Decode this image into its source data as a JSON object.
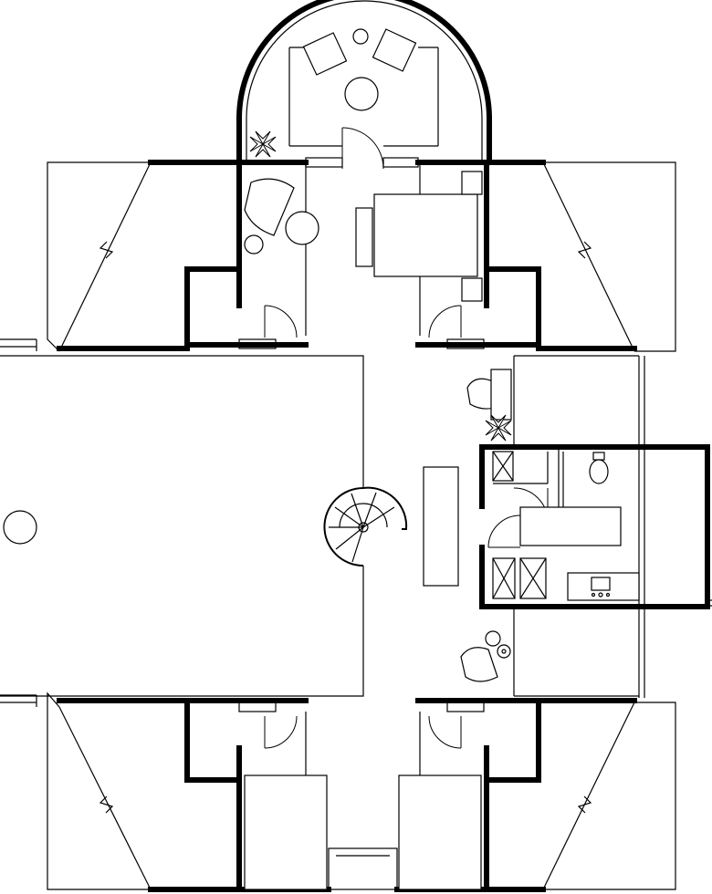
{
  "drawing": {
    "kind": "architectural floor plan",
    "style": "black line drawing on white",
    "colors": {
      "line": "#000000",
      "background": "#ffffff"
    },
    "labels": []
  },
  "rooms": [
    {
      "id": "bay-study"
    },
    {
      "id": "top-left-room"
    },
    {
      "id": "top-right-room"
    },
    {
      "id": "open-hall"
    },
    {
      "id": "central-corridor"
    },
    {
      "id": "bathroom"
    },
    {
      "id": "bottom-left-room"
    },
    {
      "id": "bottom-right-room"
    }
  ],
  "furniture": [
    {
      "id": "armchair",
      "count": 2
    },
    {
      "id": "round-table",
      "count": 4
    },
    {
      "id": "double-bed",
      "count": 1
    },
    {
      "id": "single-bed",
      "count": 2
    },
    {
      "id": "desk",
      "count": 2
    },
    {
      "id": "spiral-stair",
      "count": 1
    },
    {
      "id": "bench",
      "count": 1
    },
    {
      "id": "toilet",
      "count": 1
    },
    {
      "id": "bathtub",
      "count": 1
    },
    {
      "id": "sink",
      "count": 1
    },
    {
      "id": "shower",
      "count": 2
    },
    {
      "id": "potted-plant",
      "count": 2
    }
  ]
}
